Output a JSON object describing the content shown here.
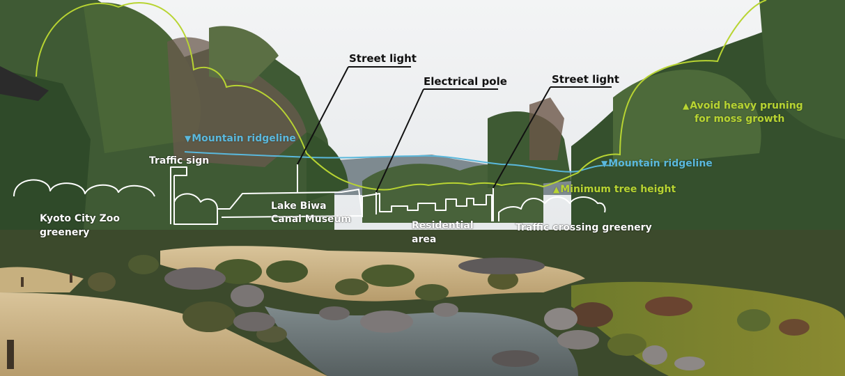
{
  "colors": {
    "sky": "#eceff1",
    "ridgeline": "#5ab8dc",
    "green_annotation": "#b8d432",
    "white_annotation": "#ffffff",
    "callout": "#111111"
  },
  "labels": {
    "street_light_1": "Street light",
    "electrical_pole": "Electrical pole",
    "street_light_2": "Street light",
    "traffic_sign": "Traffic sign",
    "ridgeline_left": "Mountain ridgeline",
    "ridgeline_right": "Mountain ridgeline",
    "zoo_1": "Kyoto City Zoo",
    "zoo_2": "greenery",
    "museum_1": "Lake Biwa",
    "museum_2": "Canal Museum",
    "residential_1": "Residential",
    "residential_2": "area",
    "crossing": "Traffic crossing greenery",
    "min_tree": "Minimum tree height",
    "pruning_1": "Avoid heavy pruning",
    "pruning_2": "for moss growth"
  },
  "icons": {
    "ridgeline_marker": "▼",
    "green_marker": "▲"
  }
}
